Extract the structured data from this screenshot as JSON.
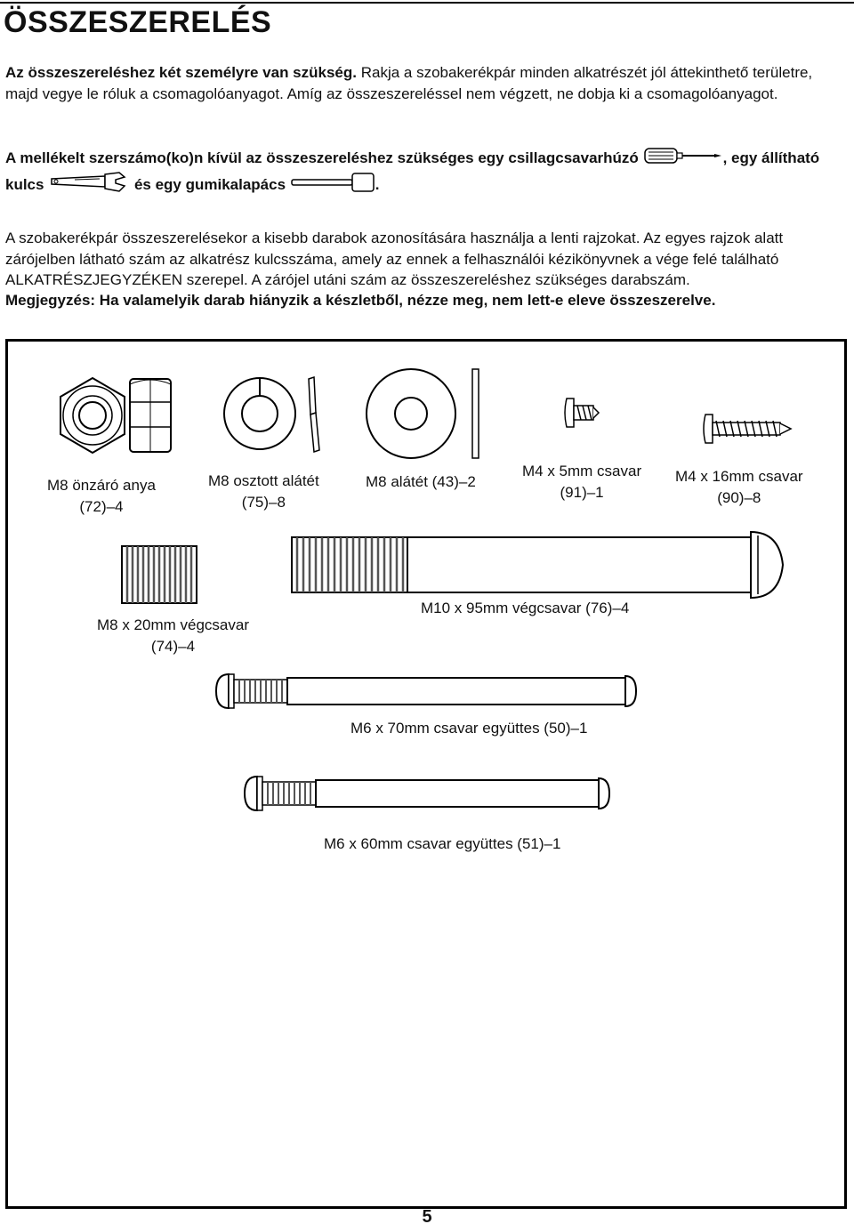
{
  "page": {
    "title": "ÖSSZESZERELÉS",
    "page_number": "5"
  },
  "intro": {
    "p1_bold": "Az összeszereléshez két személyre van szükség.",
    "p1_rest": " Rakja a szobakerékpár minden alkatrészét jól áttekinthető területre, majd vegye le róluk a csomagolóanyagot. Amíg az összeszereléssel nem végzett, ne dobja ki a csomagolóanyagot.",
    "tools_t1": "A mellékelt szerszámo(ko)n kívül az összeszereléshez szükséges egy csillagcsavarhúzó",
    "tools_t2": ", egy állítható kulcs",
    "tools_t3": "és egy gumikalapács",
    "tools_t4": ".",
    "p3": "A szobakerékpár összeszerelésekor a kisebb darabok azonosítására használja a lenti rajzokat. Az egyes rajzok alatt zárójelben látható szám az alkatrész kulcsszáma, amely az ennek a felhasználói kézikönyvnek a vége felé található ALKATRÉSZJEGYZÉKEN szerepel. A zárójel utáni szám az összeszereléshez szükséges darabszám.",
    "note": "Megjegyzés: Ha valamelyik darab hiányzik a készletből, nézze meg, nem lett-e eleve összeszerelve.",
    "icons": [
      "phillips-screwdriver-icon",
      "adjustable-wrench-icon",
      "rubber-mallet-icon"
    ]
  },
  "parts": [
    {
      "name": "M8 önzáró anya",
      "qty": "(72)–4"
    },
    {
      "name": "M8 osztott alátét",
      "qty": "(75)–8"
    },
    {
      "name": "M8 alátét (43)–2"
    },
    {
      "name": "M4 x 5mm csavar",
      "qty": "(91)–1"
    },
    {
      "name": "M4 x 16mm csavar",
      "qty": "(90)–8"
    },
    {
      "name": "M8 x 20mm végcsavar",
      "qty": "(74)–4"
    },
    {
      "name": "M10 x 95mm végcsavar (76)–4"
    },
    {
      "name": "M6 x 70mm csavar együttes (50)–1"
    },
    {
      "name": "M6 x 60mm csavar együttes (51)–1"
    }
  ]
}
